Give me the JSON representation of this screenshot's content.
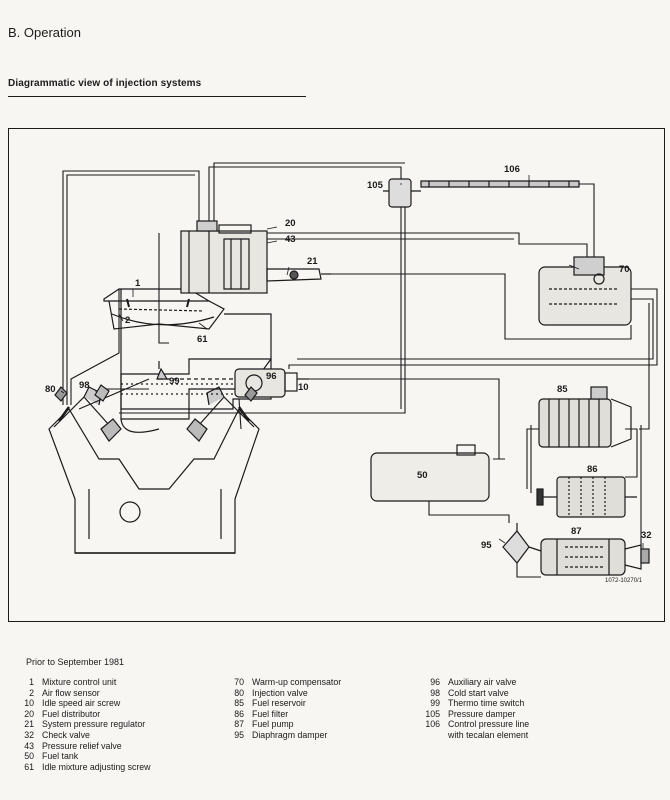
{
  "header": {
    "section": "B. Operation",
    "subtitle": "Diagrammatic view of injection systems"
  },
  "figure": {
    "callouts": {
      "c1": "1",
      "c2": "2",
      "c10": "10",
      "c20": "20",
      "c21": "21",
      "c32": "32",
      "c43": "43",
      "c50": "50",
      "c61": "61",
      "c70": "70",
      "c80": "80",
      "c85": "85",
      "c86": "86",
      "c87": "87",
      "c95": "95",
      "c96": "96",
      "c98": "98",
      "c99": "99",
      "c105": "105",
      "c106": "106"
    },
    "reference": "1072-10270/1"
  },
  "legend": {
    "heading": "Prior to September 1981",
    "columns": [
      [
        {
          "num": "1",
          "text": "Mixture control unit"
        },
        {
          "num": "2",
          "text": "Air flow sensor"
        },
        {
          "num": "10",
          "text": "Idle speed air screw"
        },
        {
          "num": "20",
          "text": "Fuel distributor"
        },
        {
          "num": "21",
          "text": "System pressure regulator"
        },
        {
          "num": "32",
          "text": "Check valve"
        },
        {
          "num": "43",
          "text": "Pressure relief valve"
        },
        {
          "num": "50",
          "text": "Fuel tank"
        },
        {
          "num": "61",
          "text": "Idle mixture adjusting screw"
        }
      ],
      [
        {
          "num": "70",
          "text": "Warm-up compensator"
        },
        {
          "num": "80",
          "text": "Injection valve"
        },
        {
          "num": "85",
          "text": "Fuel reservoir"
        },
        {
          "num": "86",
          "text": "Fuel filter"
        },
        {
          "num": "87",
          "text": "Fuel pump"
        },
        {
          "num": "95",
          "text": "Diaphragm damper"
        }
      ],
      [
        {
          "num": "96",
          "text": "Auxiliary air valve"
        },
        {
          "num": "98",
          "text": "Cold start valve"
        },
        {
          "num": "99",
          "text": "Thermo time switch"
        },
        {
          "num": "105",
          "text": "Pressure damper"
        },
        {
          "num": "106",
          "text": "Control pressure line"
        },
        {
          "num": "",
          "text": "with tecalan element"
        }
      ]
    ]
  }
}
